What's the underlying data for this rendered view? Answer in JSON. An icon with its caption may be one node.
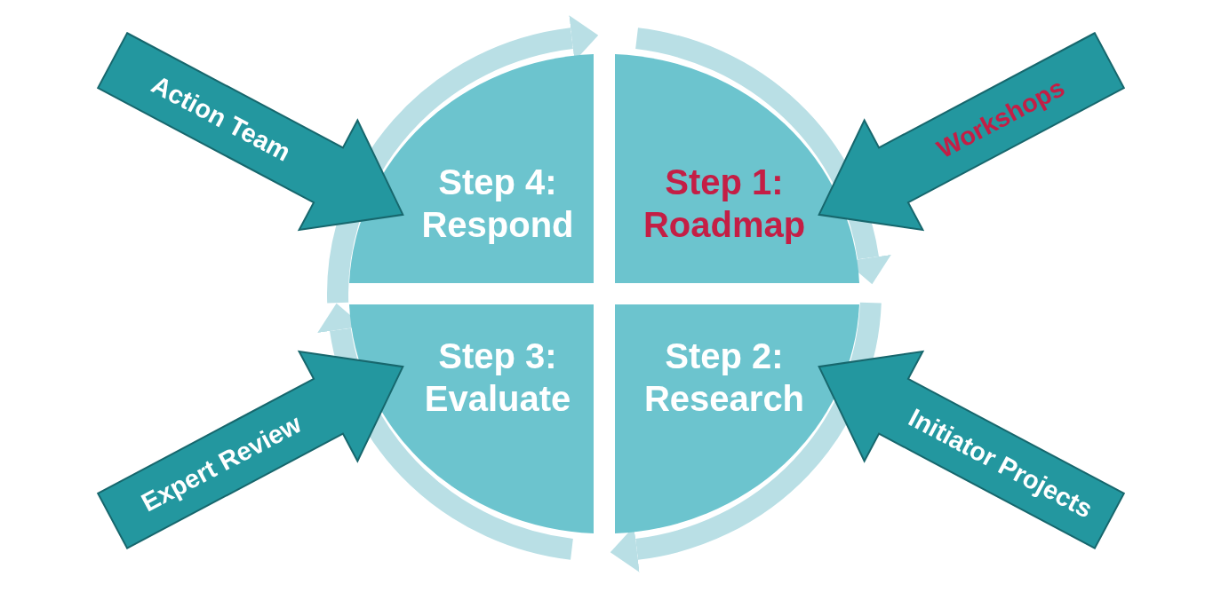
{
  "diagram": {
    "nodes": [
      {
        "text": [
          "Step 4: Respond"
        ]
      },
      {
        "text": [
          "Step 1: Roadmap"
        ]
      },
      {
        "text": [
          "Step 3: Evaluate"
        ]
      },
      {
        "text": [
          "Step 2: Research"
        ]
      },
      {
        "text": [
          "Action Team"
        ]
      },
      {
        "text": [
          "Workshops"
        ]
      },
      {
        "text": [
          "Expert Review"
        ]
      },
      {
        "text": [
          "Initiator Projects"
        ]
      }
    ]
  }
}
